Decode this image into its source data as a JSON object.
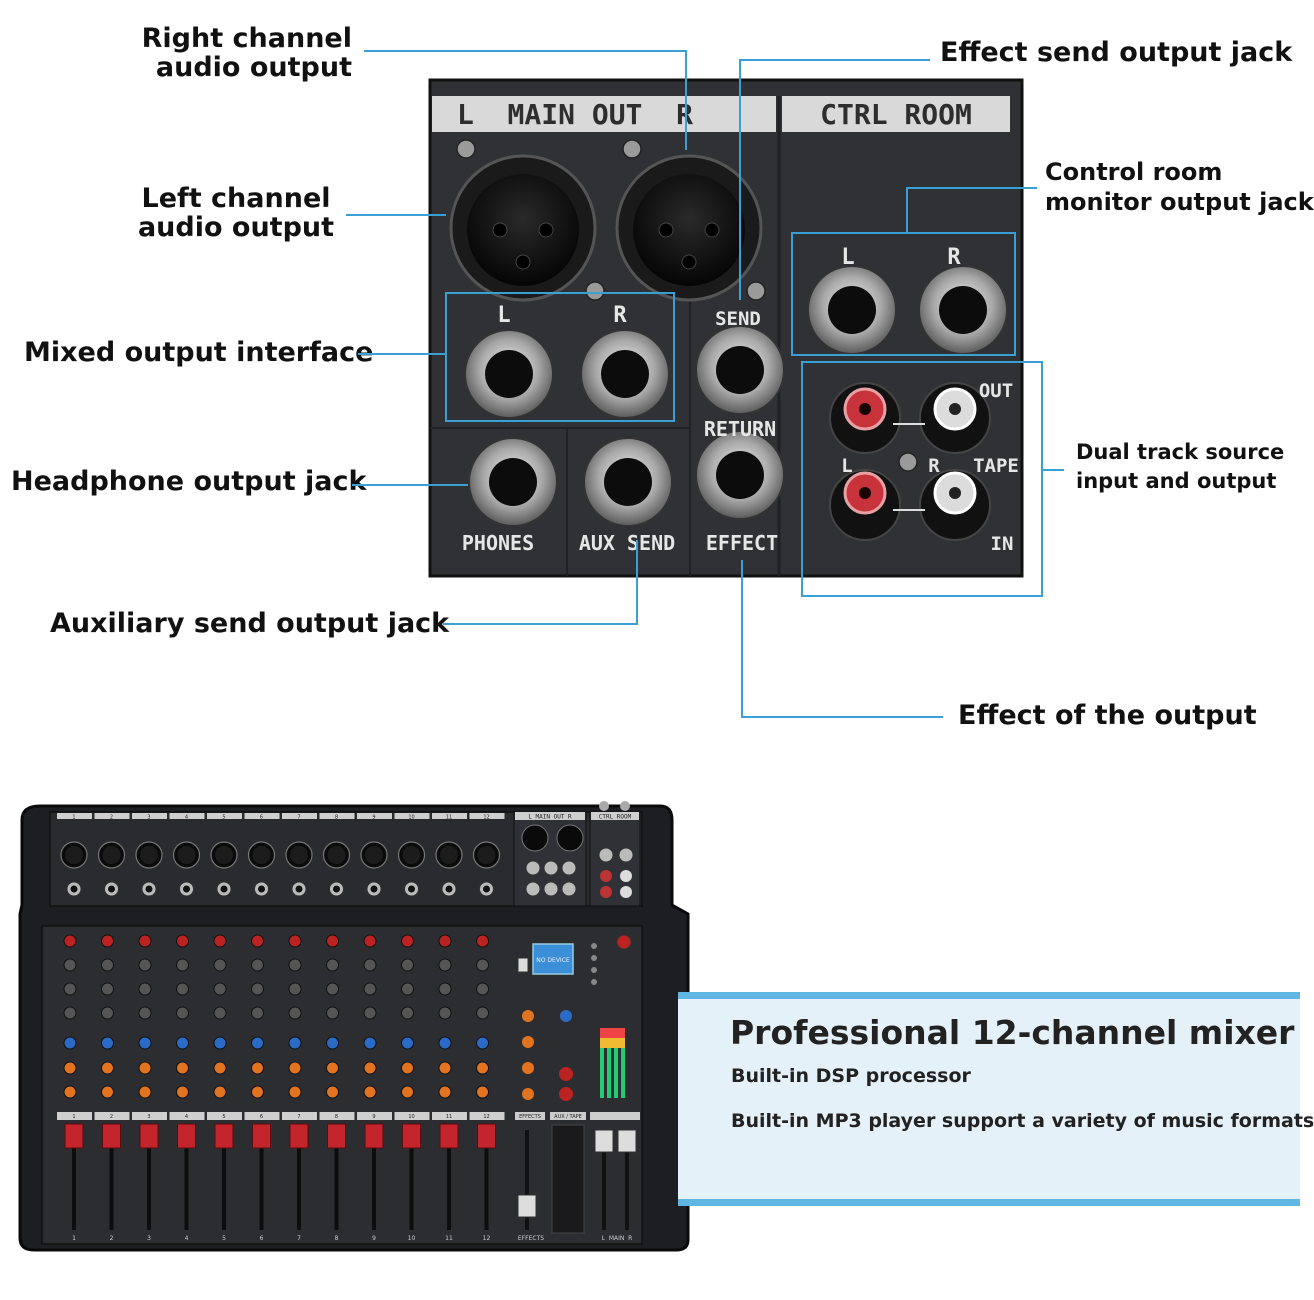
{
  "callouts": {
    "right_channel": [
      "Right channel",
      "audio output"
    ],
    "left_channel": [
      "Left channel",
      "audio output"
    ],
    "mixed_output": "Mixed output interface",
    "headphone_output": "Headphone output jack",
    "aux_send_output": "Auxiliary send output jack",
    "effect_send_output": "Effect send output jack",
    "control_room": [
      "Control room",
      "monitor output jack"
    ],
    "dual_track": [
      "Dual track source",
      "input and output"
    ],
    "effect_output": "Effect of the output"
  },
  "panel": {
    "main_out": "L  MAIN OUT  R",
    "ctrl_room": "CTRL ROOM",
    "l": "L",
    "r": "R",
    "send": "SEND",
    "return": "RETURN",
    "phones": "PHONES",
    "aux_send": "AUX SEND",
    "effect": "EFFECT",
    "out": "OUT",
    "tape": "TAPE",
    "in": "IN"
  },
  "mixer": {
    "channels": [
      "1",
      "2",
      "3",
      "4",
      "5",
      "6",
      "7",
      "8",
      "9",
      "10",
      "11",
      "12"
    ],
    "display": "NO DEVICE",
    "effects_label": "EFFECTS",
    "aux_tape_label": "AUX / TAPE",
    "main_label": "L  MAIN  R",
    "main_out_label": "L MAIN OUT R",
    "ctrl_room_label": "CTRL ROOM"
  },
  "info": {
    "title": "Professional 12-channel mixer",
    "line1": "Built-in DSP processor",
    "line2": "Built-in MP3 player support a variety of music formats"
  },
  "colors": {
    "leader": "#3a9fd4",
    "panel": "#2f3034",
    "label_strip": "#d9d9d9",
    "info_bg": "#e4f1f9",
    "info_border": "#5fb6e2"
  }
}
